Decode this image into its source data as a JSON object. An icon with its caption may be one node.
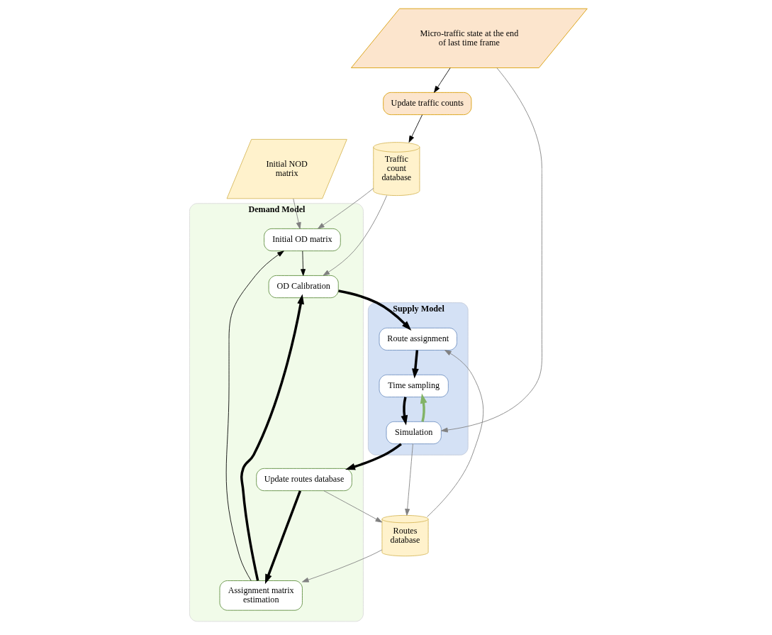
{
  "diagram": {
    "nodes": [
      {
        "text": [
          "Demand Model"
        ]
      },
      {
        "text": [
          "Initial OD matrix"
        ],
        "in": 0
      },
      {
        "text": [
          "OD Calibration"
        ],
        "in": 0
      },
      {
        "text": [
          "Assignment matrix estimation"
        ],
        "in": 0
      },
      {
        "text": [
          "Update routes database"
        ],
        "in": 0
      },
      {
        "text": [
          "Supply Model"
        ]
      },
      {
        "text": [
          "Route assignment"
        ],
        "in": 5
      },
      {
        "text": [
          "Time sampling"
        ],
        "in": 5
      },
      {
        "text": [
          "Simulation"
        ],
        "in": 5
      },
      {
        "text": [
          "Initial NOD matrix"
        ]
      },
      {
        "text": [
          "Traffic count database"
        ]
      },
      {
        "text": [
          "Routes database"
        ]
      },
      {
        "text": [
          "Update traffic counts"
        ]
      },
      {
        "text": [
          "Micro-traffic state at the end of last time frame"
        ]
      }
    ],
    "edges": [
      {
        "from": 9,
        "to": 1,
        "arrow": "to",
        "color": "#808080"
      },
      {
        "from": 10,
        "to": 1,
        "arrow": "to",
        "color": "#808080"
      },
      {
        "from": 10,
        "to": 2,
        "arrow": "to",
        "color": "#808080"
      },
      {
        "from": 1,
        "to": 2,
        "arrow": "to"
      },
      {
        "from": 2,
        "to": 6,
        "arrow": "to",
        "style": "thick"
      },
      {
        "from": 3,
        "to": 1,
        "arrow": "to"
      },
      {
        "from": 3,
        "to": 2,
        "arrow": "to",
        "style": "thick"
      },
      {
        "from": 4,
        "to": 3,
        "arrow": "to",
        "style": "thick"
      },
      {
        "from": 11,
        "to": 3,
        "arrow": "to",
        "color": "#808080"
      },
      {
        "from": 4,
        "to": 11,
        "arrow": "to",
        "color": "#808080"
      },
      {
        "from": 11,
        "to": 6,
        "arrow": "to",
        "color": "#808080"
      },
      {
        "from": 8,
        "to": 11,
        "arrow": "to",
        "color": "#808080"
      },
      {
        "from": 6,
        "to": 7,
        "arrow": "to",
        "style": "thick"
      },
      {
        "from": 7,
        "to": 8,
        "arrow": "to",
        "style": "thick"
      },
      {
        "from": 8,
        "to": 7,
        "arrow": "to",
        "style": "thick",
        "color": "#82b366"
      },
      {
        "from": 8,
        "to": 4,
        "arrow": "to",
        "style": "thick"
      },
      {
        "from": 13,
        "to": 12,
        "arrow": "to"
      },
      {
        "from": 13,
        "to": 8,
        "arrow": "to",
        "color": "#808080"
      },
      {
        "from": 12,
        "to": 10,
        "arrow": "to"
      }
    ]
  }
}
